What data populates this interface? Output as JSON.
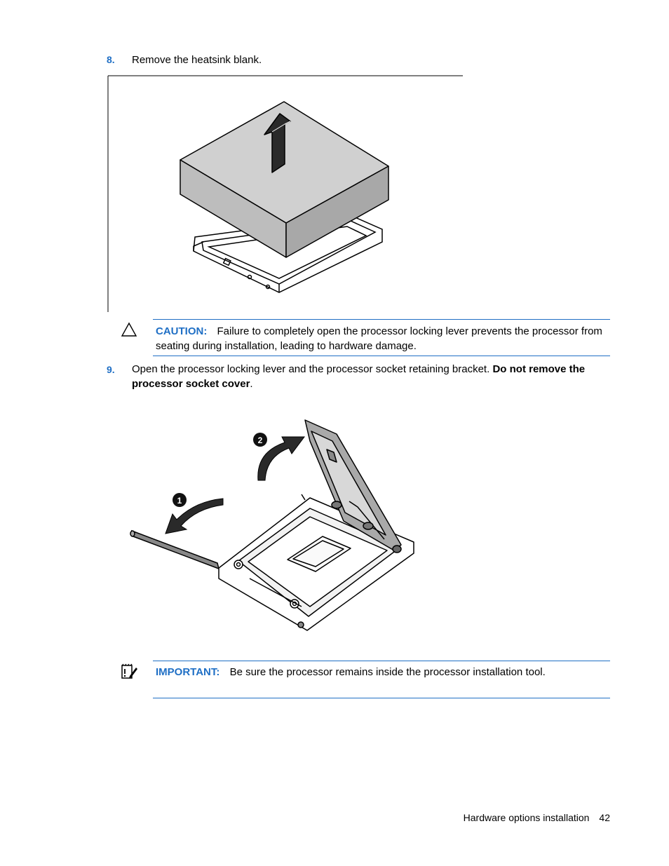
{
  "steps": [
    {
      "number": "8.",
      "text": "Remove the heatsink blank."
    },
    {
      "number": "9.",
      "text_plain": "Open the processor locking lever and the processor socket retaining bracket. ",
      "text_bold": "Do not remove the processor socket cover",
      "text_end": "."
    }
  ],
  "caution": {
    "label": "CAUTION:",
    "text": "Failure to completely open the processor locking lever prevents the processor from seating during installation, leading to hardware damage.",
    "icon": "caution-triangle-icon"
  },
  "important": {
    "label": "IMPORTANT:",
    "text": "Be sure the processor remains inside the processor installation tool.",
    "icon": "important-pad-icon"
  },
  "figure2": {
    "callouts": [
      "1",
      "2"
    ]
  },
  "footer": {
    "section": "Hardware options installation",
    "page": "42"
  },
  "colors": {
    "accent": "#1f6fc5",
    "heatsink": "#c8c8c8",
    "bracket": "#a9a9a9"
  }
}
